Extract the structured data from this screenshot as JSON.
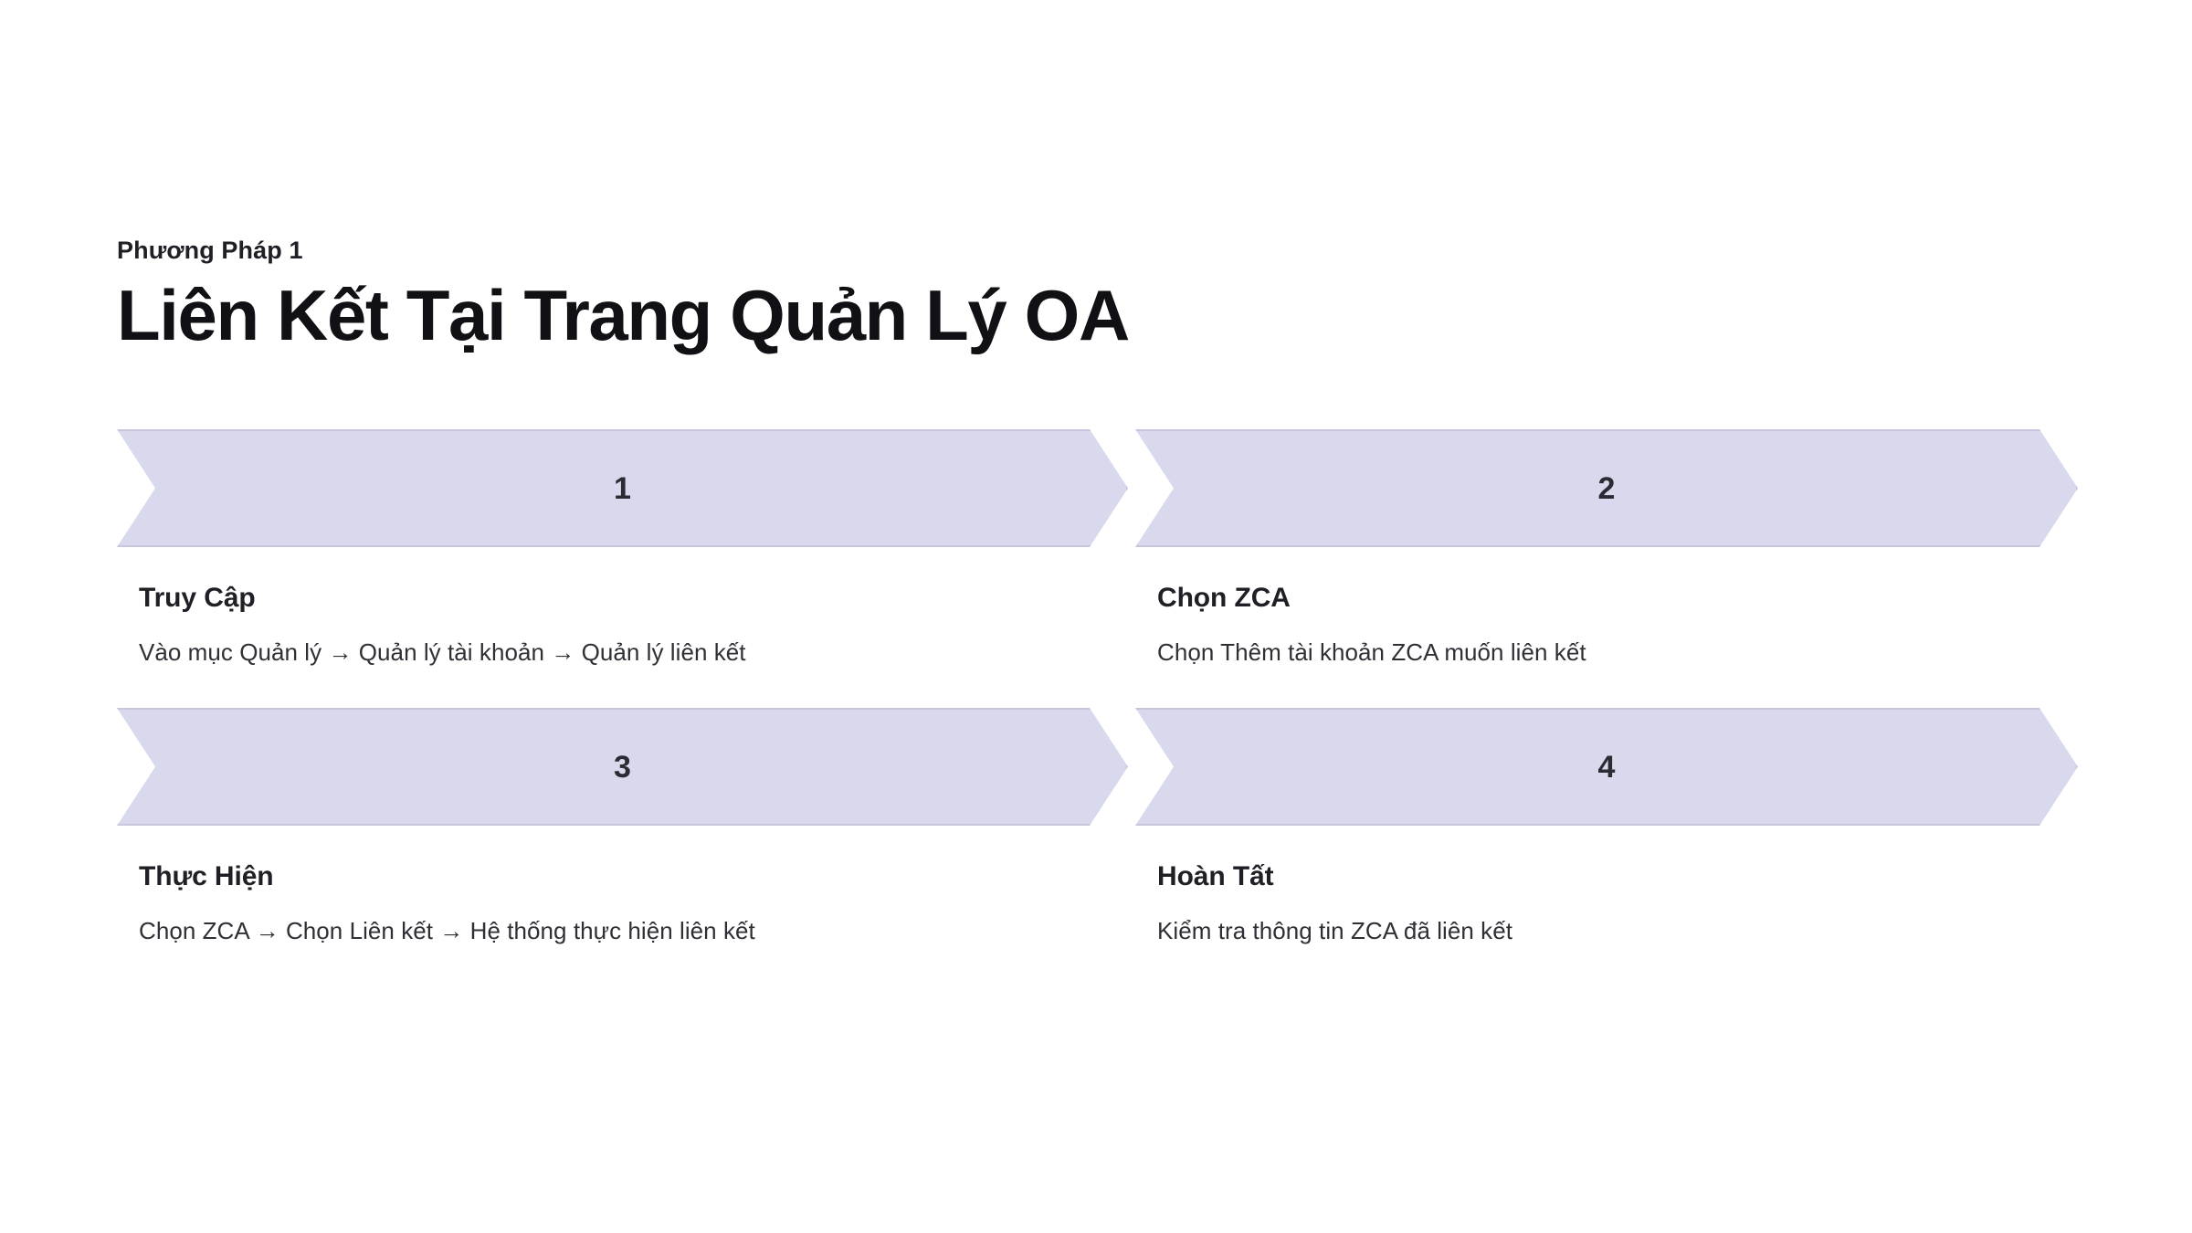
{
  "slide": {
    "background_color": "#ffffff",
    "eyebrow": "Phương Pháp 1",
    "title": "Liên Kết Tại Trang Quản Lý OA"
  },
  "theme": {
    "chevron_fill": "#d9d9ed",
    "chevron_border": "#c6c6dd",
    "text_color": "#1f1f26",
    "number_color": "#2b2b33"
  },
  "steps": [
    {
      "number": "1",
      "heading": "Truy Cập",
      "description": "Vào mục Quản lý → Quản lý tài khoản → Quản lý liên kết"
    },
    {
      "number": "2",
      "heading": "Chọn ZCA",
      "description": "Chọn Thêm tài khoản ZCA muốn liên kết"
    },
    {
      "number": "3",
      "heading": "Thực Hiện",
      "description": "Chọn ZCA → Chọn Liên kết → Hệ thống thực hiện liên kết"
    },
    {
      "number": "4",
      "heading": "Hoàn Tất",
      "description": "Kiểm tra thông tin ZCA đã liên kết"
    }
  ]
}
